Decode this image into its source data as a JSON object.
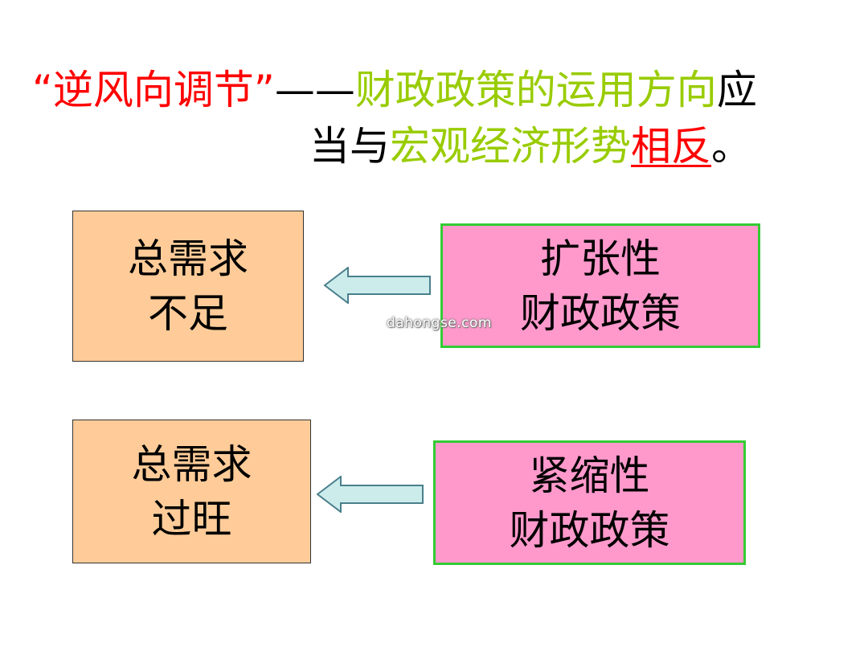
{
  "title": {
    "line1": {
      "red_part": "“逆风向调节”",
      "dash": "——",
      "green_part": "财政政策的运用方向",
      "black_tail": "应"
    },
    "line2": {
      "black_start": "当与",
      "green_part": "宏观经济形势",
      "red_underlined": "相反",
      "end_punct": "。"
    }
  },
  "rows": [
    {
      "condition": [
        "总需求",
        "不足"
      ],
      "policy": [
        "扩张性",
        "财政政策"
      ]
    },
    {
      "condition": [
        "总需求",
        "过旺"
      ],
      "policy": [
        "紧缩性",
        "财政政策"
      ]
    }
  ],
  "watermark": "dahongse.com",
  "colors": {
    "red": "#ff0000",
    "green_text": "#99cc00",
    "orange_box": "#ffcc99",
    "pink_box": "#ff99cc",
    "pink_border": "#33cc33",
    "arrow_fill": "#ccecec"
  }
}
